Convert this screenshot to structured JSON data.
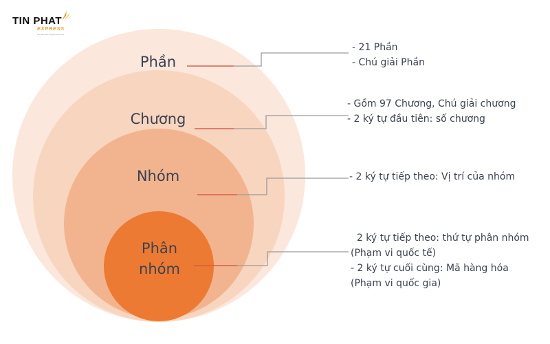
{
  "logo": {
    "name": "TIN PHAT",
    "sub": "EXPRESS",
    "tagline": "Tan tam van chuyen toan cau"
  },
  "levels": [
    {
      "label": "Phần",
      "description": [
        "- 21 Phần",
        "- Chú giải Phần"
      ]
    },
    {
      "label": "Chương",
      "description": [
        "- Gồm 97 Chương, Chú giải chương",
        "- 2 ký tự đầu tiên: số chương"
      ]
    },
    {
      "label": "Nhóm",
      "description": [
        "- 2 ký tự tiếp theo: Vị trí của nhóm"
      ]
    },
    {
      "label_lines": [
        "Phân",
        "nhóm"
      ],
      "description": [
        "  2 ký tự tiếp theo: thứ tự phân nhóm",
        "(Phạm vi quốc tế)",
        "- 2 ký tự cuối cùng: Mã hàng hóa",
        "(Phạm vi quốc gia)"
      ]
    }
  ],
  "colors": {
    "ring_outer": "#fbe7dc",
    "ring_2": "#f8d5bf",
    "ring_3": "#f2b48f",
    "core": "#ec7a33",
    "connector_gray": "#9a9a9a",
    "connector_red": "#e0503a",
    "text": "#3a4250",
    "logo_accent": "#e8a034"
  }
}
